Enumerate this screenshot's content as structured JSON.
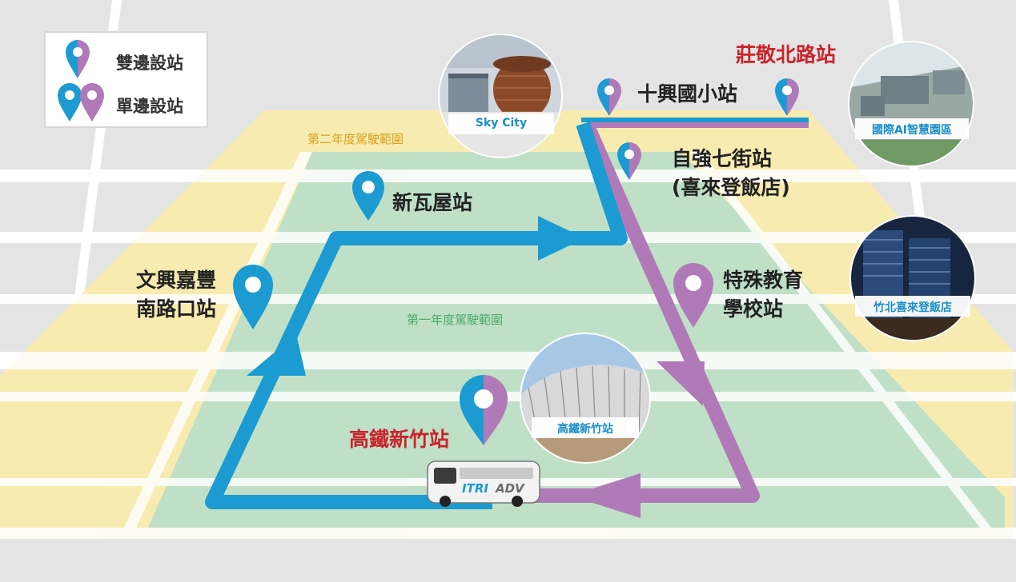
{
  "legend": {
    "both_sides": "雙邊設站",
    "one_side": "單邊設站"
  },
  "zones": {
    "year_two": "第二年度駕駛範圍",
    "year_one": "第一年度駕駛範圍"
  },
  "stations": {
    "zhuangjing": "莊敬北路站",
    "shixing": "十興國小站",
    "ziqiang_line1": "自強七街站",
    "ziqiang_line2": "(喜來登飯店)",
    "xinwawu": "新瓦屋站",
    "wenxing_line1": "文興嘉豐",
    "wenxing_line2": "南路口站",
    "special_line1": "特殊教育",
    "special_line2": "學校站",
    "hsr": "高鐵新竹站"
  },
  "landmarks": {
    "skycity": "Sky City",
    "ai_park": "國際AI智慧園區",
    "sheraton": "竹北喜來登飯店",
    "hsr_photo": "高鐵新竹站"
  },
  "bus": {
    "logo_itri": "ITRI",
    "logo_adv": "ADV"
  },
  "colors": {
    "blue_route": "#1b9bd1",
    "purple_route": "#b07ab8",
    "highlight_red": "#c8242c",
    "zone_one": "#bfe0c6",
    "zone_two": "#f8ebb0",
    "road": "#e2e2e2"
  }
}
